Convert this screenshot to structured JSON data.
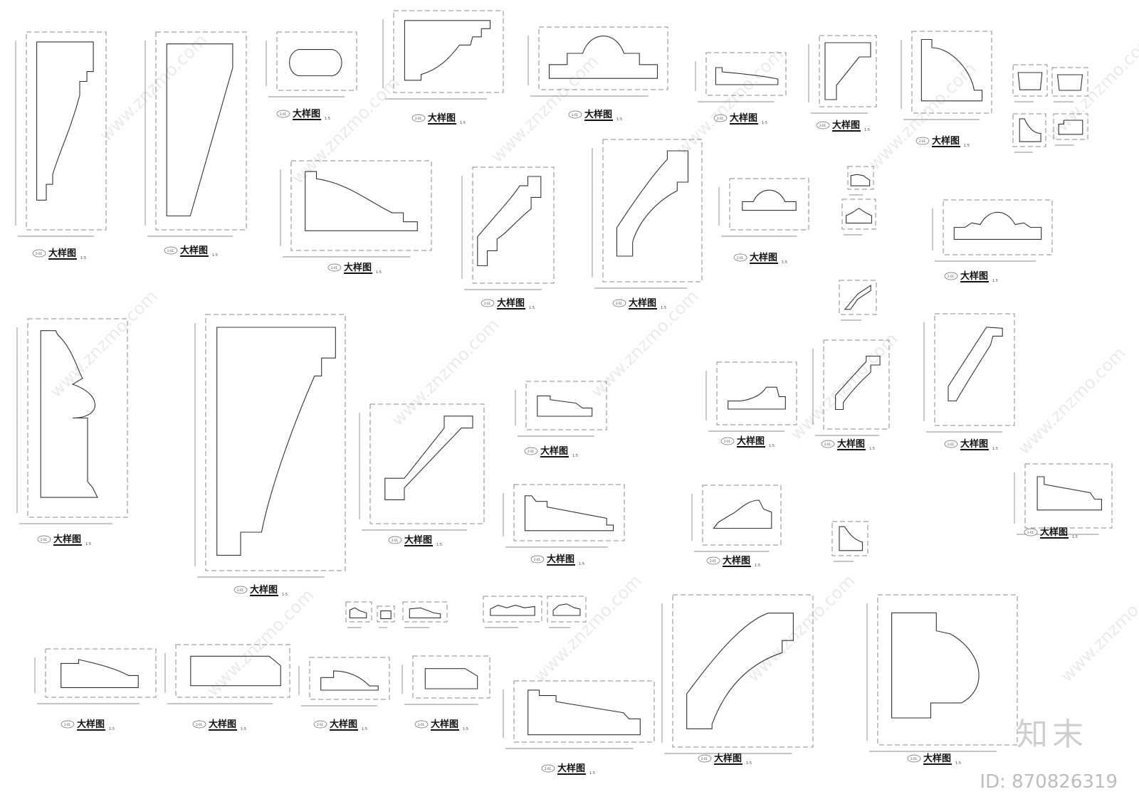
{
  "drawing": {
    "detail_title": "大样图",
    "scale": "1:5",
    "drawing_ref": "2-01"
  },
  "watermark": {
    "text": "www.znzmo.com",
    "brand": "知末",
    "id": "ID: 870826319"
  }
}
